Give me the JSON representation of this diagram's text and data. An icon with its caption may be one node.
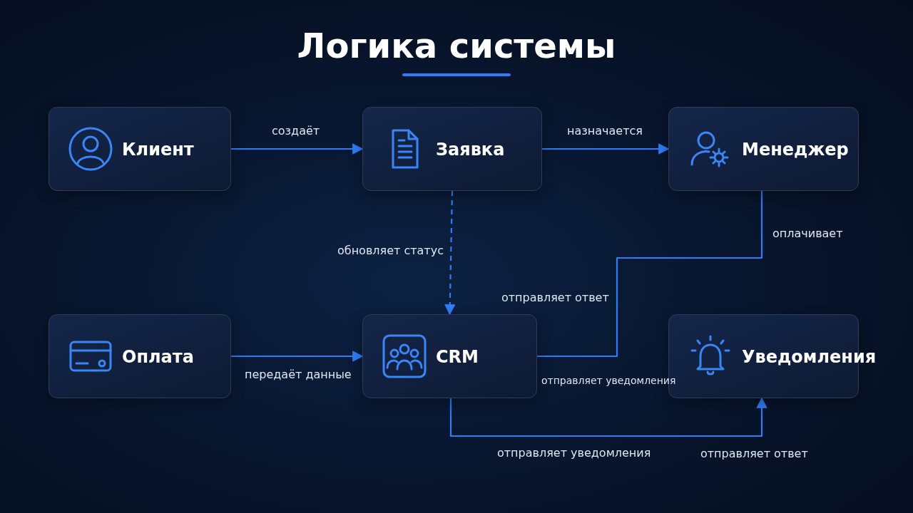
{
  "diagram": {
    "title": "Логика системы",
    "nodes": [
      {
        "text": [
          "Клиент"
        ]
      },
      {
        "text": [
          "Заявка"
        ]
      },
      {
        "text": [
          "Менеджер"
        ]
      },
      {
        "text": [
          "Оплата"
        ]
      },
      {
        "text": [
          "CRM"
        ]
      },
      {
        "text": [
          "Уведомления"
        ]
      }
    ],
    "edges": [
      {
        "from": 0,
        "to": 1,
        "arrow": "to",
        "label": "создаёт"
      },
      {
        "from": 1,
        "to": 2,
        "arrow": "to",
        "label": "назначается"
      },
      {
        "from": 1,
        "to": 4,
        "arrow": "to",
        "label": "обновляет статус",
        "style": "dashed"
      },
      {
        "from": 3,
        "to": 4,
        "arrow": "to",
        "label": "передаёт данные"
      },
      {
        "from": 4,
        "to": 2,
        "arrow": "none",
        "label": "отправляет ответ"
      },
      {
        "from": 4,
        "to": 5,
        "arrow": "to",
        "label": "отправляет уведомления"
      }
    ],
    "labels": [
      "оплачивает",
      "отправляет уведомления",
      "отправляет ответ"
    ]
  }
}
